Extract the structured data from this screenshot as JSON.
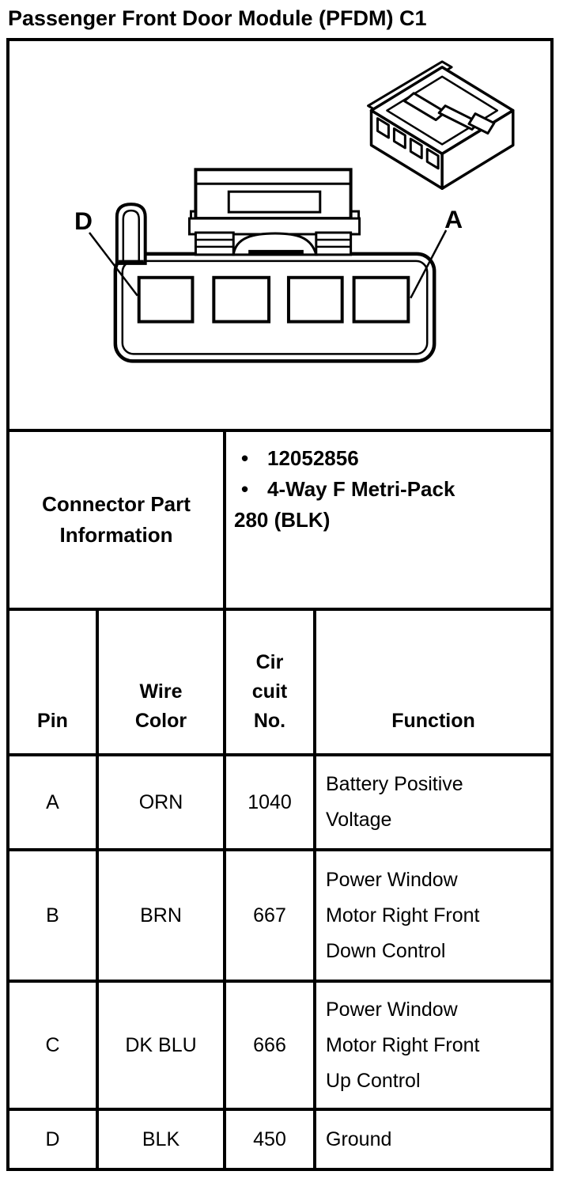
{
  "page": {
    "title": "Passenger Front Door Module (PFDM) C1"
  },
  "connector_diagram": {
    "front_view_pin_left_label": "D",
    "front_view_pin_right_label": "A",
    "cavity_count": 4
  },
  "part_info": {
    "label": "Connector Part\nInformation",
    "bullet_char": "•",
    "bullets": [
      "12052856",
      "4-Way F Metri-Pack"
    ],
    "bullet_overflow": "280 (BLK)"
  },
  "pin_table": {
    "headers": {
      "pin": "Pin",
      "wire_color": "Wire\nColor",
      "circuit_no": "Cir\ncuit\nNo.",
      "function": "Function"
    },
    "rows": [
      {
        "pin": "A",
        "wire_color": "ORN",
        "circuit_no": "1040",
        "function": "Battery Positive\nVoltage"
      },
      {
        "pin": "B",
        "wire_color": "BRN",
        "circuit_no": "667",
        "function": "Power Window\nMotor Right Front\nDown Control"
      },
      {
        "pin": "C",
        "wire_color": "DK BLU",
        "circuit_no": "666",
        "function": "Power Window\nMotor Right Front\nUp Control"
      },
      {
        "pin": "D",
        "wire_color": "BLK",
        "circuit_no": "450",
        "function": "Ground"
      }
    ]
  },
  "colors": {
    "ink": "#000000",
    "paper": "#ffffff"
  }
}
